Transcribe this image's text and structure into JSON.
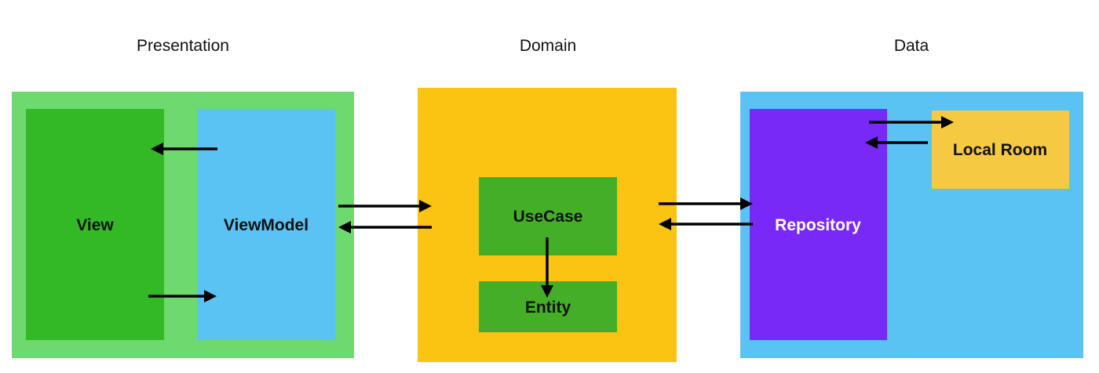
{
  "headings": {
    "presentation": "Presentation",
    "domain": "Domain",
    "data": "Data"
  },
  "boxes": {
    "view": "View",
    "viewmodel": "ViewModel",
    "usecase": "UseCase",
    "entity": "Entity",
    "repository": "Repository",
    "local_room": "Local Room"
  },
  "colors": {
    "presentation_layer": "#6dd96f",
    "view": "#34b926",
    "viewmodel": "#5ac3f4",
    "domain_layer": "#fbc412",
    "usecase": "#44af26",
    "entity": "#44af26",
    "data_layer": "#5ac3f4",
    "repository": "#7829f7",
    "local_room": "#f5c942",
    "arrow": "#000000"
  }
}
